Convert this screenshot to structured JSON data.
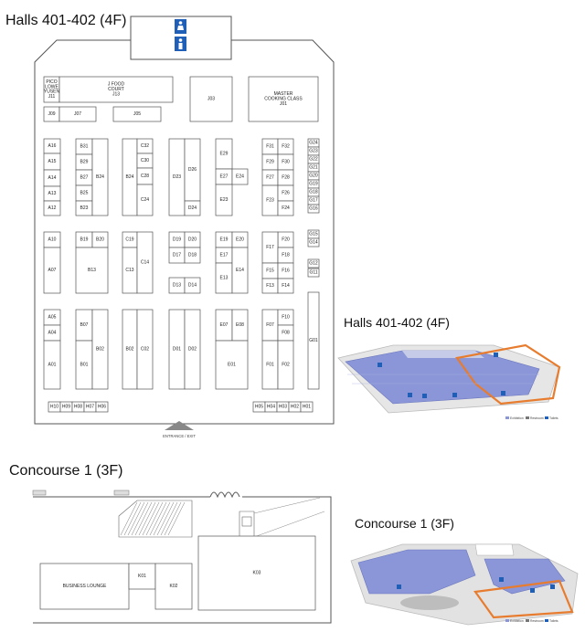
{
  "hall_plan": {
    "title": "Halls 401-402 (4F)",
    "restroom_icon": "restroom-icon",
    "entrance_label": "ENTRANCE / EXIT",
    "booths": [
      {
        "id": "pico",
        "label": "PICO\nLOWE\nYUSEN\nJ11"
      },
      {
        "id": "j13",
        "label": "J FOOD\nCOURT\nJ13"
      },
      {
        "id": "j09",
        "label": "J09"
      },
      {
        "id": "j07",
        "label": "J07"
      },
      {
        "id": "j05",
        "label": "J05"
      },
      {
        "id": "j03",
        "label": "J03"
      },
      {
        "id": "j01",
        "label": "MASTER\nCOOKING CLASS\nJ01"
      },
      {
        "id": "a16",
        "label": "A16"
      },
      {
        "id": "a15",
        "label": "A15"
      },
      {
        "id": "a14",
        "label": "A14"
      },
      {
        "id": "a13",
        "label": "A13"
      },
      {
        "id": "a12",
        "label": "A12"
      },
      {
        "id": "b31",
        "label": "B31"
      },
      {
        "id": "b29",
        "label": "B29"
      },
      {
        "id": "b27",
        "label": "B27"
      },
      {
        "id": "b25",
        "label": "B25"
      },
      {
        "id": "b23",
        "label": "B23"
      },
      {
        "id": "b24r",
        "label": "B24"
      },
      {
        "id": "b24l",
        "label": "B24"
      },
      {
        "id": "c32",
        "label": "C32"
      },
      {
        "id": "c30",
        "label": "C30"
      },
      {
        "id": "c28",
        "label": "C28"
      },
      {
        "id": "c24",
        "label": "C24"
      },
      {
        "id": "d23",
        "label": "D23"
      },
      {
        "id": "d26",
        "label": "D26"
      },
      {
        "id": "d24",
        "label": "D24"
      },
      {
        "id": "e29",
        "label": "E29"
      },
      {
        "id": "e27",
        "label": "E27"
      },
      {
        "id": "e24",
        "label": "E24"
      },
      {
        "id": "e23",
        "label": "E23"
      },
      {
        "id": "f31",
        "label": "F31"
      },
      {
        "id": "f32",
        "label": "F32"
      },
      {
        "id": "f29",
        "label": "F29"
      },
      {
        "id": "f30",
        "label": "F30"
      },
      {
        "id": "f27",
        "label": "F27"
      },
      {
        "id": "f28",
        "label": "F28"
      },
      {
        "id": "f23",
        "label": "F23"
      },
      {
        "id": "f26",
        "label": "F26"
      },
      {
        "id": "f24",
        "label": "F24"
      },
      {
        "id": "g24",
        "label": "G24"
      },
      {
        "id": "g23",
        "label": "G23"
      },
      {
        "id": "g22",
        "label": "G22"
      },
      {
        "id": "g21",
        "label": "G21"
      },
      {
        "id": "g20",
        "label": "G20"
      },
      {
        "id": "g19",
        "label": "G19"
      },
      {
        "id": "g18",
        "label": "G18"
      },
      {
        "id": "g17",
        "label": "G17"
      },
      {
        "id": "g16",
        "label": "G16"
      },
      {
        "id": "g15",
        "label": "G15"
      },
      {
        "id": "g14",
        "label": "G14"
      },
      {
        "id": "g12",
        "label": "G12"
      },
      {
        "id": "g11",
        "label": "G11"
      },
      {
        "id": "g01",
        "label": "G01"
      },
      {
        "id": "a10",
        "label": "A10"
      },
      {
        "id": "a07",
        "label": "A07"
      },
      {
        "id": "b19",
        "label": "B19"
      },
      {
        "id": "b20",
        "label": "B20"
      },
      {
        "id": "b13",
        "label": "B13"
      },
      {
        "id": "c19",
        "label": "C19"
      },
      {
        "id": "c13",
        "label": "C13"
      },
      {
        "id": "c14",
        "label": "C14"
      },
      {
        "id": "d19",
        "label": "D19"
      },
      {
        "id": "d20",
        "label": "D20"
      },
      {
        "id": "d17",
        "label": "D17"
      },
      {
        "id": "d18",
        "label": "D18"
      },
      {
        "id": "d13",
        "label": "D13"
      },
      {
        "id": "d14",
        "label": "D14"
      },
      {
        "id": "e19",
        "label": "E19"
      },
      {
        "id": "e20",
        "label": "E20"
      },
      {
        "id": "e17",
        "label": "E17"
      },
      {
        "id": "e13",
        "label": "E13"
      },
      {
        "id": "e14",
        "label": "E14"
      },
      {
        "id": "f20",
        "label": "F20"
      },
      {
        "id": "f17",
        "label": "F17"
      },
      {
        "id": "f18",
        "label": "F18"
      },
      {
        "id": "f15",
        "label": "F15"
      },
      {
        "id": "f16",
        "label": "F16"
      },
      {
        "id": "f13",
        "label": "F13"
      },
      {
        "id": "f14",
        "label": "F14"
      },
      {
        "id": "a05",
        "label": "A05"
      },
      {
        "id": "a04",
        "label": "A04"
      },
      {
        "id": "a01",
        "label": "A01"
      },
      {
        "id": "b07",
        "label": "B07"
      },
      {
        "id": "b01",
        "label": "B01"
      },
      {
        "id": "b02r",
        "label": "B02"
      },
      {
        "id": "b02l",
        "label": "B02"
      },
      {
        "id": "c02",
        "label": "C02"
      },
      {
        "id": "d01",
        "label": "D01"
      },
      {
        "id": "d02",
        "label": "D02"
      },
      {
        "id": "e07",
        "label": "E07"
      },
      {
        "id": "e08",
        "label": "E08"
      },
      {
        "id": "e01",
        "label": "E01"
      },
      {
        "id": "f07",
        "label": "F07"
      },
      {
        "id": "f10",
        "label": "F10"
      },
      {
        "id": "f08",
        "label": "F08"
      },
      {
        "id": "f01",
        "label": "F01"
      },
      {
        "id": "f02",
        "label": "F02"
      },
      {
        "id": "h10",
        "label": "H10"
      },
      {
        "id": "h09",
        "label": "H09"
      },
      {
        "id": "h08",
        "label": "H08"
      },
      {
        "id": "h07",
        "label": "H07"
      },
      {
        "id": "h06",
        "label": "H06"
      },
      {
        "id": "h05",
        "label": "H05"
      },
      {
        "id": "h04",
        "label": "H04"
      },
      {
        "id": "h03",
        "label": "H03"
      },
      {
        "id": "h02",
        "label": "H02"
      },
      {
        "id": "h01",
        "label": "H01"
      }
    ]
  },
  "hall_overview": {
    "title": "Halls 401-402 (4F)",
    "legend": [
      "Exhibition",
      "Restroom",
      "Toilets"
    ]
  },
  "concourse_plan": {
    "title": "Concourse 1 (3F)",
    "booths": [
      {
        "id": "lounge",
        "label": "BUSINESS LOUNGE"
      },
      {
        "id": "k01",
        "label": "K01"
      },
      {
        "id": "k02",
        "label": "K02"
      },
      {
        "id": "k03",
        "label": "K03"
      }
    ]
  },
  "concourse_overview": {
    "title": "Concourse 1 (3F)",
    "legend": [
      "Exhibition",
      "Restroom",
      "Toilets"
    ]
  },
  "colors": {
    "highlight": "#e87c2e",
    "floor_blue": "#7f8fd6",
    "icon_blue": "#1f5fb8"
  }
}
